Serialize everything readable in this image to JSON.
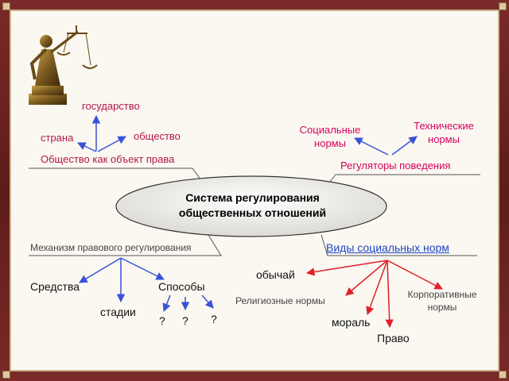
{
  "left_top": {
    "state": "государство",
    "country": "страна",
    "society": "общество",
    "object": "Общество как объект права"
  },
  "right_top": {
    "social_norms_line1": "Социальные",
    "social_norms_line2": "нормы",
    "tech_norms_line1": "Технические",
    "tech_norms_line2": "нормы",
    "regulators": "Регуляторы поведения"
  },
  "center": {
    "line1": "Система регулирования",
    "line2": "общественных отношений"
  },
  "left_bottom": {
    "mechanism": "Механизм правового  регулирования",
    "means": "Средства",
    "methods": "Способы",
    "stages": "стадии",
    "q1": "?",
    "q2": "?",
    "q3": "?"
  },
  "right_bottom": {
    "types": "Виды социальных норм",
    "custom": "обычай",
    "religious": "Религиозные нормы",
    "corporate_line1": "Корпоративные",
    "corporate_line2": "нормы",
    "morality": "мораль",
    "law": "Право"
  },
  "colors": {
    "frame": "#6b2422",
    "arrow_blue": "#3a52d8",
    "arrow_red": "#e0202a",
    "text_red": "#b0164a",
    "text_pink": "#d6005e",
    "link_blue": "#1f44c8"
  },
  "icons": {
    "themis": "themis-statue-icon"
  }
}
